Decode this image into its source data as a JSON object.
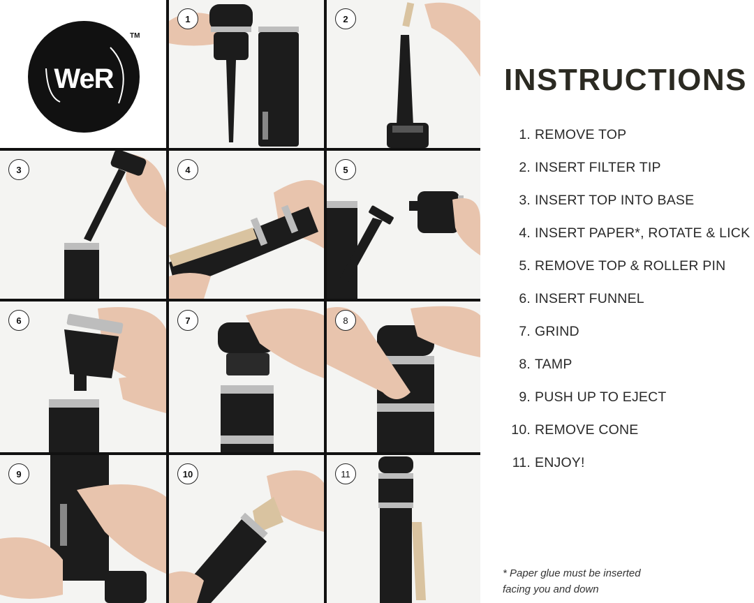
{
  "brand": {
    "logo_text": "WeR",
    "trademark": "TM"
  },
  "title": "INSTRUCTIONS",
  "steps": [
    {
      "num": "1.",
      "text": "REMOVE TOP"
    },
    {
      "num": "2.",
      "text": "INSERT FILTER TIP"
    },
    {
      "num": "3.",
      "text": "INSERT TOP INTO BASE"
    },
    {
      "num": "4.",
      "text": "INSERT PAPER*, ROTATE & LICK"
    },
    {
      "num": "5.",
      "text": "REMOVE TOP & ROLLER PIN"
    },
    {
      "num": "6.",
      "text": "INSERT FUNNEL"
    },
    {
      "num": "7.",
      "text": "GRIND"
    },
    {
      "num": "8.",
      "text": "TAMP"
    },
    {
      "num": "9.",
      "text": "PUSH UP TO EJECT"
    },
    {
      "num": "10.",
      "text": "REMOVE CONE"
    },
    {
      "num": "11.",
      "text": "ENJOY!"
    }
  ],
  "photo_badges": [
    "1",
    "2",
    "3",
    "4",
    "5",
    "6",
    "7",
    "8",
    "9",
    "10",
    "11"
  ],
  "note": {
    "line1": "* Paper glue must be inserted",
    "line2": "facing you and down"
  },
  "colors": {
    "title": "#2b2a22",
    "device": "#1c1c1c",
    "metal_band": "#bdbdbd",
    "skin": "#e8c4ad",
    "paper": "#d9c3a0",
    "photo_bg": "#f4f4f2"
  }
}
